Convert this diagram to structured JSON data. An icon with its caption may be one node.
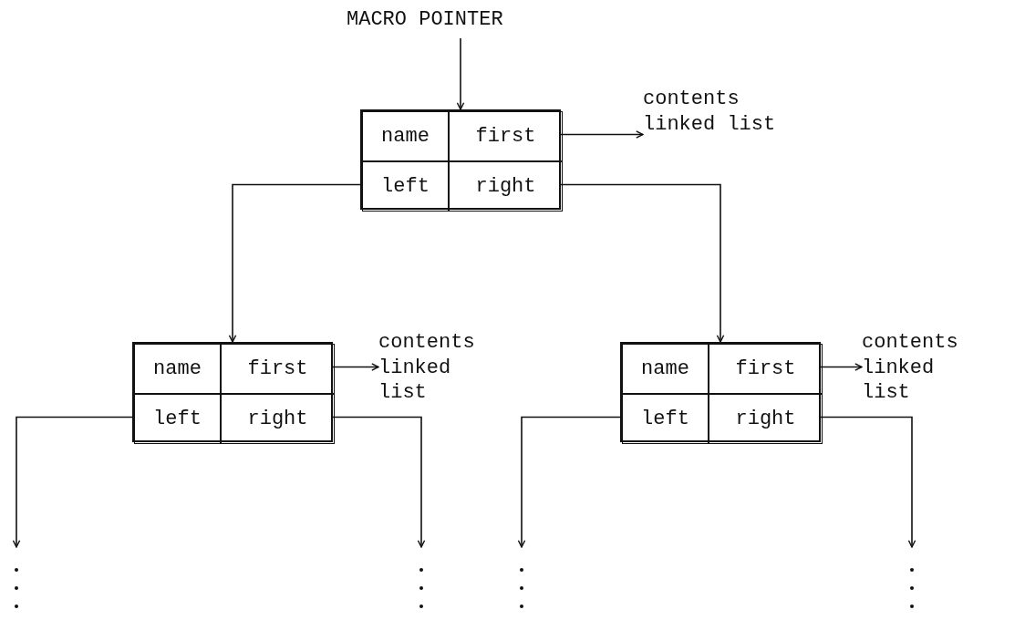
{
  "diagram": {
    "nodes": [
      {
        "text": [
          "MACRO POINTER"
        ]
      },
      {
        "text": [],
        "shape": "box"
      },
      {
        "text": [
          "name"
        ],
        "in": 1
      },
      {
        "text": [
          "first"
        ],
        "in": 1
      },
      {
        "text": [
          "left"
        ],
        "in": 1
      },
      {
        "text": [
          "right"
        ],
        "in": 1
      },
      {
        "text": [
          "contents linked list"
        ]
      },
      {
        "text": [],
        "shape": "box"
      },
      {
        "text": [
          "name"
        ],
        "in": 7
      },
      {
        "text": [
          "first"
        ],
        "in": 7
      },
      {
        "text": [
          "left"
        ],
        "in": 7
      },
      {
        "text": [
          "right"
        ],
        "in": 7
      },
      {
        "text": [
          "contents linked list"
        ]
      },
      {
        "text": [],
        "shape": "box"
      },
      {
        "text": [
          "name"
        ],
        "in": 13
      },
      {
        "text": [
          "first"
        ],
        "in": 13
      },
      {
        "text": [
          "left"
        ],
        "in": 13
      },
      {
        "text": [
          "right"
        ],
        "in": 13
      },
      {
        "text": [
          "contents linked list"
        ]
      }
    ],
    "edges": [
      {
        "from": 0,
        "to": 1,
        "arrow": "to"
      },
      {
        "from": 3,
        "to": 6,
        "arrow": "to"
      },
      {
        "from": 4,
        "to": 7,
        "arrow": "to"
      },
      {
        "from": 5,
        "to": 13,
        "arrow": "to"
      },
      {
        "from": 9,
        "to": 12,
        "arrow": "to"
      },
      {
        "from": 10,
        "to": null,
        "arrow": "to"
      },
      {
        "from": 11,
        "to": null,
        "arrow": "to"
      },
      {
        "from": 15,
        "to": 18,
        "arrow": "to"
      },
      {
        "from": 16,
        "to": null,
        "arrow": "to"
      },
      {
        "from": 17,
        "to": null,
        "arrow": "to"
      }
    ]
  }
}
